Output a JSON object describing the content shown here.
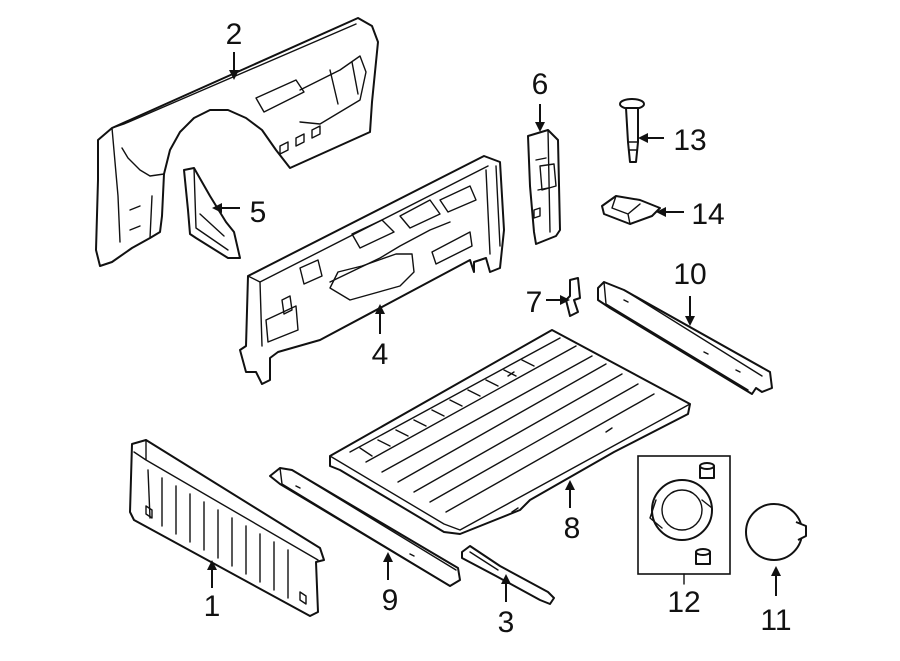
{
  "callouts": {
    "c1": "1",
    "c2": "2",
    "c3": "3",
    "c4": "4",
    "c5": "5",
    "c6": "6",
    "c7": "7",
    "c8": "8",
    "c9": "9",
    "c10": "10",
    "c11": "11",
    "c12": "12",
    "c13": "13",
    "c14": "14"
  },
  "colors": {
    "line": "#111111",
    "background": "#ffffff"
  }
}
